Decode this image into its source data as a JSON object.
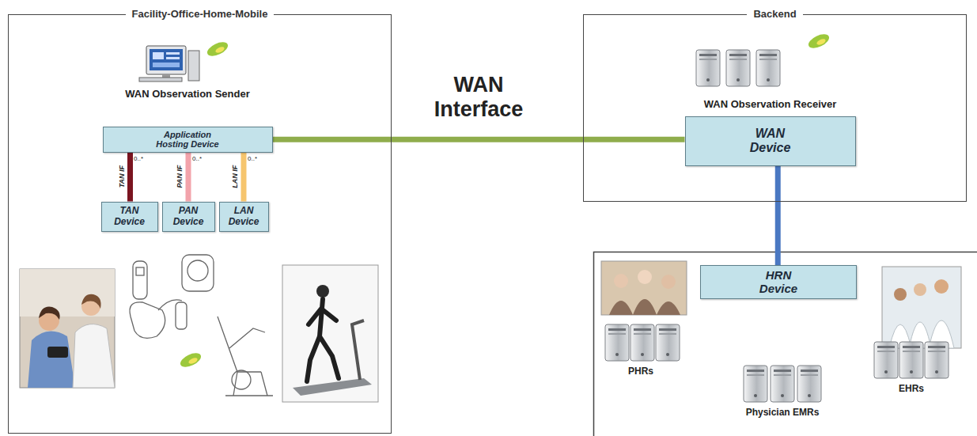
{
  "diagram": {
    "nodes": [
      {
        "text": [
          "Facility-Office-Home-Mobile"
        ]
      },
      {
        "text": [
          "WAN Observation Sender",
          "Application Hosting Device"
        ],
        "in": 0
      },
      {
        "text": [
          "TAN Device"
        ],
        "in": 0
      },
      {
        "text": [
          "PAN Device"
        ],
        "in": 0
      },
      {
        "text": [
          "LAN Device"
        ],
        "in": 0
      },
      {
        "text": [
          "Backend"
        ]
      },
      {
        "text": [
          "WAN Observation Receiver",
          "WAN Device"
        ],
        "in": 5
      },
      {
        "text": [
          "HRN Device"
        ]
      }
    ],
    "edges": [
      {
        "from": 1,
        "to": 6,
        "label": "WAN Interface",
        "arrow": "none"
      },
      {
        "from": 1,
        "to": 2,
        "label": "TAN IF",
        "arrow": "none"
      },
      {
        "from": 1,
        "to": 3,
        "label": "PAN IF",
        "arrow": "none"
      },
      {
        "from": 1,
        "to": 4,
        "label": "LAN IF",
        "arrow": "none"
      },
      {
        "from": 6,
        "to": 7,
        "arrow": "none"
      }
    ],
    "labels": [
      "0..*",
      "0..*",
      "0..*",
      "PHRs",
      "Physician EMRs",
      "EHRs"
    ]
  }
}
